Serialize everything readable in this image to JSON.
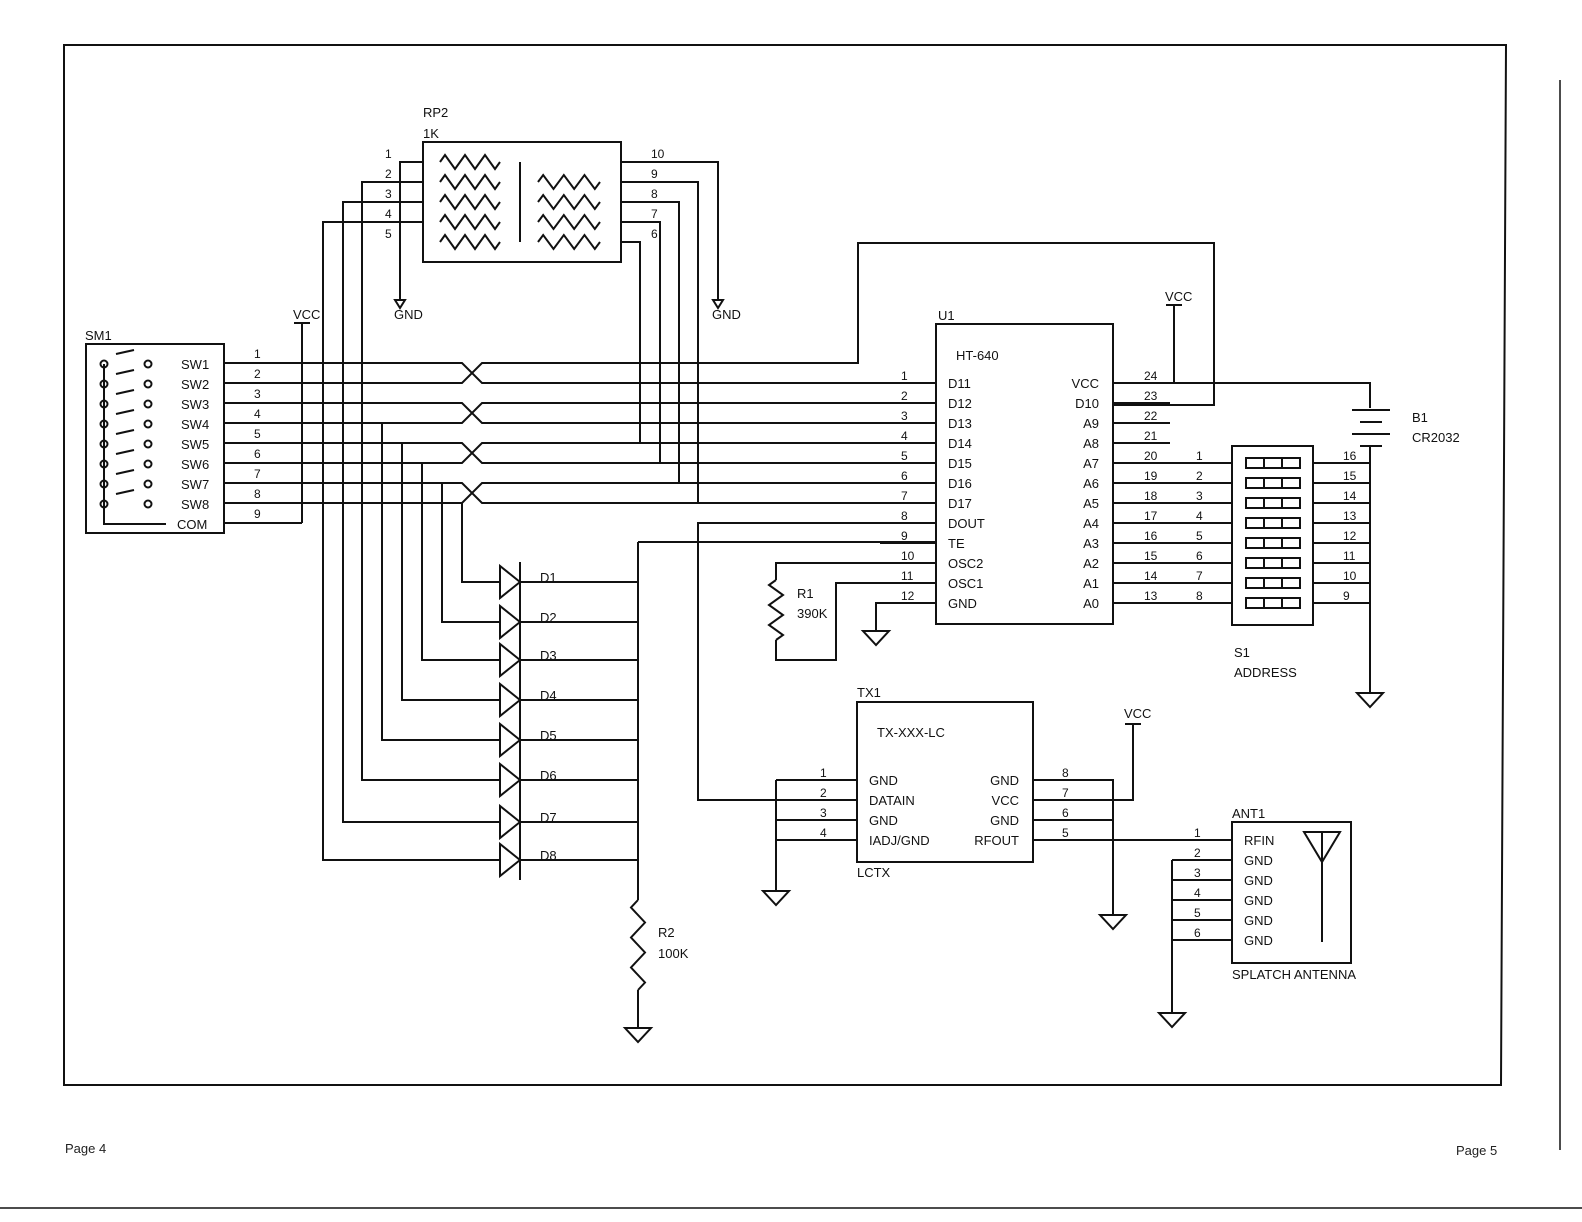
{
  "rp2": {
    "ref": "RP2",
    "value": "1K",
    "left_pins": [
      "1",
      "2",
      "3",
      "4",
      "5"
    ],
    "right_pins": [
      "10",
      "9",
      "8",
      "7",
      "6"
    ]
  },
  "gnd_label": "GND",
  "vcc_label": "VCC",
  "sm1": {
    "ref": "SM1",
    "switches": [
      "SW1",
      "SW2",
      "SW3",
      "SW4",
      "SW5",
      "SW6",
      "SW7",
      "SW8"
    ],
    "com": "COM",
    "pins": [
      "1",
      "2",
      "3",
      "4",
      "5",
      "6",
      "7",
      "8",
      "9"
    ]
  },
  "u1": {
    "ref": "U1",
    "part": "HT-640",
    "left_pins": [
      {
        "num": "1",
        "name": "D11"
      },
      {
        "num": "2",
        "name": "D12"
      },
      {
        "num": "3",
        "name": "D13"
      },
      {
        "num": "4",
        "name": "D14"
      },
      {
        "num": "5",
        "name": "D15"
      },
      {
        "num": "6",
        "name": "D16"
      },
      {
        "num": "7",
        "name": "D17"
      },
      {
        "num": "8",
        "name": "DOUT"
      },
      {
        "num": "9",
        "name": "TE"
      },
      {
        "num": "10",
        "name": "OSC2"
      },
      {
        "num": "11",
        "name": "OSC1"
      },
      {
        "num": "12",
        "name": "GND"
      }
    ],
    "right_pins": [
      {
        "num": "24",
        "name": "VCC"
      },
      {
        "num": "23",
        "name": "D10"
      },
      {
        "num": "22",
        "name": "A9"
      },
      {
        "num": "21",
        "name": "A8"
      },
      {
        "num": "20",
        "name": "A7"
      },
      {
        "num": "19",
        "name": "A6"
      },
      {
        "num": "18",
        "name": "A5"
      },
      {
        "num": "17",
        "name": "A4"
      },
      {
        "num": "16",
        "name": "A3"
      },
      {
        "num": "15",
        "name": "A2"
      },
      {
        "num": "14",
        "name": "A1"
      },
      {
        "num": "13",
        "name": "A0"
      }
    ]
  },
  "b1": {
    "ref": "B1",
    "value": "CR2032"
  },
  "s1": {
    "ref": "S1",
    "value": "ADDRESS",
    "left_pins": [
      "1",
      "2",
      "3",
      "4",
      "5",
      "6",
      "7",
      "8"
    ],
    "right_pins": [
      "16",
      "15",
      "14",
      "13",
      "12",
      "11",
      "10",
      "9"
    ]
  },
  "r1": {
    "ref": "R1",
    "value": "390K"
  },
  "r2": {
    "ref": "R2",
    "value": "100K"
  },
  "diodes": [
    "D1",
    "D2",
    "D3",
    "D4",
    "D5",
    "D6",
    "D7",
    "D8"
  ],
  "tx1": {
    "ref": "TX1",
    "part": "TX-XXX-LC",
    "package": "LCTX",
    "left_pins": [
      {
        "num": "1",
        "name": "GND"
      },
      {
        "num": "2",
        "name": "DATAIN"
      },
      {
        "num": "3",
        "name": "GND"
      },
      {
        "num": "4",
        "name": "IADJ/GND"
      }
    ],
    "right_pins": [
      {
        "num": "8",
        "name": "GND"
      },
      {
        "num": "7",
        "name": "VCC"
      },
      {
        "num": "6",
        "name": "GND"
      },
      {
        "num": "5",
        "name": "RFOUT"
      }
    ]
  },
  "ant1": {
    "ref": "ANT1",
    "caption": "SPLATCH ANTENNA",
    "pins": [
      {
        "num": "1",
        "name": "RFIN"
      },
      {
        "num": "2",
        "name": "GND"
      },
      {
        "num": "3",
        "name": "GND"
      },
      {
        "num": "4",
        "name": "GND"
      },
      {
        "num": "5",
        "name": "GND"
      },
      {
        "num": "6",
        "name": "GND"
      }
    ]
  },
  "footer": {
    "left": "Page 4",
    "right": "Page 5"
  }
}
